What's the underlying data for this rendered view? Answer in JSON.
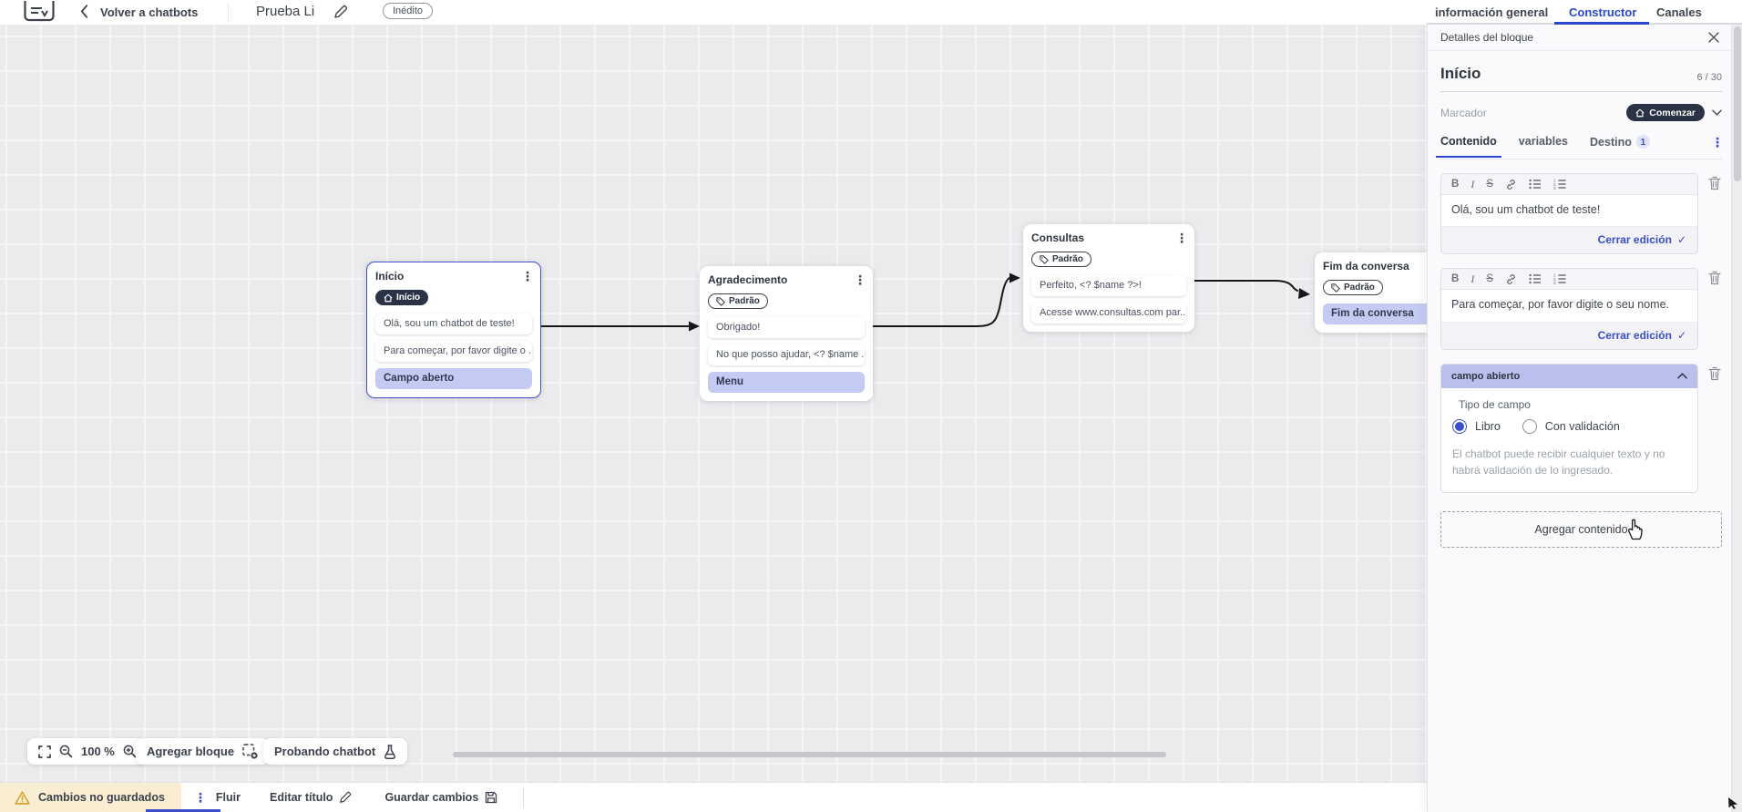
{
  "topbar": {
    "back_label": "Volver a chatbots",
    "title": "Prueba Li",
    "status_badge": "Inédito",
    "tabs": [
      {
        "label": "información general",
        "active": false
      },
      {
        "label": "Constructor",
        "active": true
      },
      {
        "label": "Canales",
        "active": false
      }
    ]
  },
  "canvas": {
    "zoom_level": "100 %",
    "add_block_label": "Agregar bloque",
    "test_chatbot_label": "Probando chatbot",
    "nodes": [
      {
        "title": "Início",
        "badge": "Início",
        "rows": [
          {
            "text": "Olá, sou um chatbot de teste!",
            "type": "message"
          },
          {
            "text": "Para começar, por favor digite o ...",
            "type": "message"
          },
          {
            "text": "Campo aberto",
            "type": "highlight"
          }
        ]
      },
      {
        "title": "Agradecimento",
        "badge": "Padrão",
        "rows": [
          {
            "text": "Obrigado!",
            "type": "message"
          },
          {
            "text": "No que posso ajudar, <? $name ...",
            "type": "message"
          },
          {
            "text": "Menu",
            "type": "highlight"
          }
        ]
      },
      {
        "title": "Consultas",
        "badge": "Padrão",
        "rows": [
          {
            "text": "Perfeito, <? $name ?>!",
            "type": "message"
          },
          {
            "text": "Acesse www.consultas.com par...",
            "type": "message"
          }
        ]
      },
      {
        "title": "Fim da conversa",
        "badge": "Padrão",
        "rows": [
          {
            "text": "Fim da conversa",
            "type": "highlight"
          }
        ]
      }
    ]
  },
  "panel": {
    "header": "Detalles del bloque",
    "block_name": "Início",
    "char_count": "6 / 30",
    "marker_label": "Marcador",
    "marker_value": "Comenzar",
    "tabs": [
      {
        "label": "Contenido",
        "active": true
      },
      {
        "label": "variables",
        "active": false
      },
      {
        "label": "Destino",
        "active": false,
        "badge": "1"
      }
    ],
    "editors": [
      {
        "text": "Olá, sou um chatbot de teste!",
        "close_label": "Cerrar edición"
      },
      {
        "text": "Para começar, por favor digite o seu nome.",
        "close_label": "Cerrar edición"
      }
    ],
    "field_section": {
      "title": "campo abierto",
      "type_label": "Tipo de campo",
      "options": [
        {
          "label": "Libro",
          "selected": true
        },
        {
          "label": "Con validación",
          "selected": false
        }
      ],
      "help": "El chatbot puede recibir cualquier texto y no habrá validación de lo ingresado."
    },
    "add_content_label": "Agregar contenido"
  },
  "statusbar": {
    "unsaved_label": "Cambios no guardados",
    "flow_tab": "Fluir",
    "edit_title_label": "Editar título",
    "save_label": "Guardar cambios"
  },
  "colors": {
    "accent_blue": "#2b46cf",
    "link_blue": "#3b4ecb",
    "dark_pill": "#2a3345",
    "node_highlight": "#c4cbf2",
    "section_header": "#b9c0ee",
    "warning_bg": "#f9edd2",
    "warning_icon": "#dca437"
  }
}
